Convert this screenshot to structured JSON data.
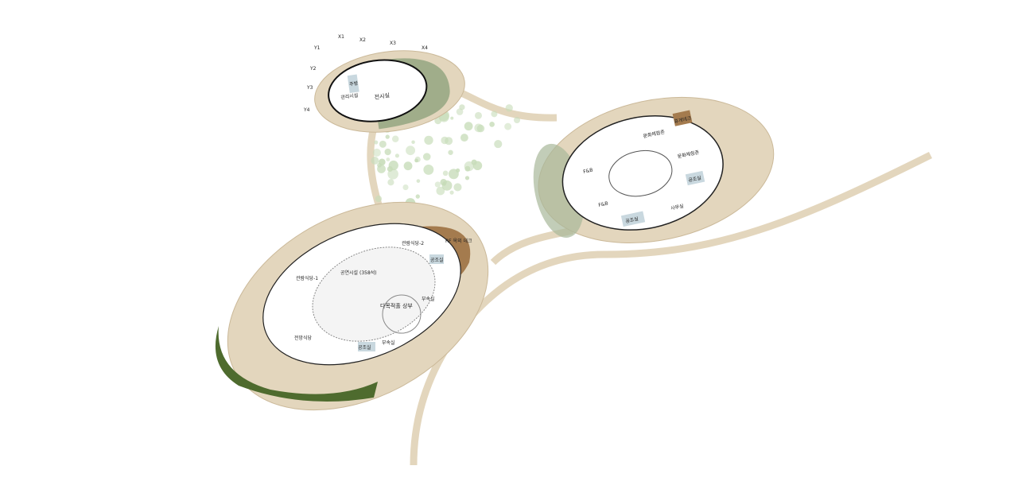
{
  "colors": {
    "deck": "#e3d6bd",
    "deck_edge": "#cbb999",
    "floor": "#ffffff",
    "lawn": "#8fa37d",
    "dark_lawn": "#4e6b2e",
    "wood_deck": "#a47b4e",
    "mech_room": "#c9d8df",
    "tree_dots": "#c7dcb9"
  },
  "north_pod": {
    "rooms": [
      "관리시설",
      "주방",
      "전시실"
    ]
  },
  "east_pod": {
    "rooms": [
      "문화체험존",
      "휴게데크",
      "문화체험존",
      "F&B",
      "F&B",
      "공조실",
      "공조실",
      "사무실"
    ]
  },
  "south_pod": {
    "rooms": [
      "관람식당-2",
      "RF 옥외 데크",
      "관람식당-1",
      "공연시설 (358석)",
      "다목적홀 상부",
      "공조실",
      "부속실",
      "부속실",
      "공조실",
      "전망식당"
    ]
  },
  "grid_markers": [
    "X1",
    "X2",
    "X3",
    "X4",
    "Y1",
    "Y2",
    "Y3",
    "Y4"
  ]
}
